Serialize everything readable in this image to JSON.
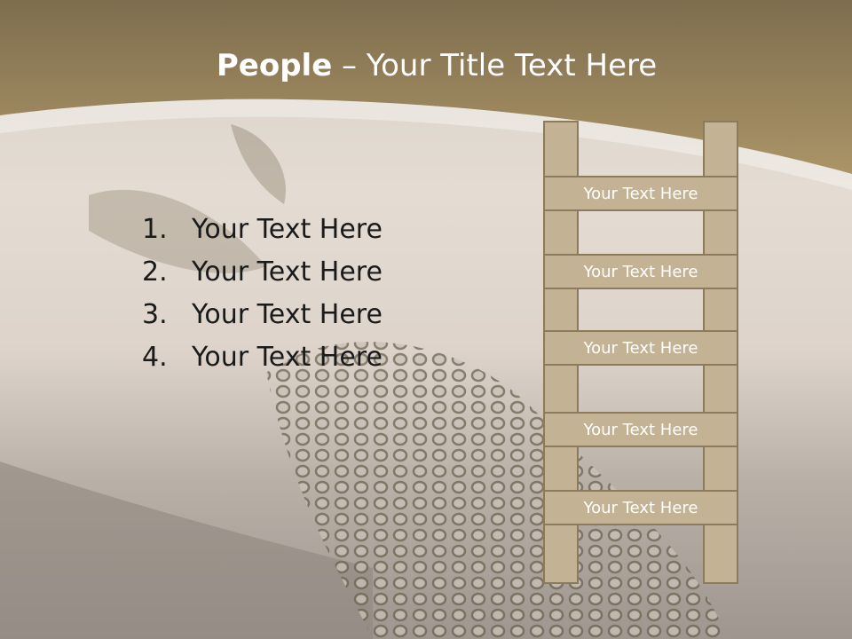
{
  "title": {
    "bold": "People",
    "rest": " – Your Title Text Here"
  },
  "list": [
    {
      "num": "1.",
      "text": "Your Text Here"
    },
    {
      "num": "2.",
      "text": "Your Text Here"
    },
    {
      "num": "3.",
      "text": "Your Text Here"
    },
    {
      "num": "4.",
      "text": "Your Text Here"
    }
  ],
  "ladder": [
    "Your Text Here",
    "Your Text Here",
    "Your Text Here",
    "Your Text Here",
    "Your Text Here"
  ],
  "colors": {
    "header": "#9c8760",
    "ladder_fill": "#c4b294",
    "ladder_border": "#8c7a5c"
  }
}
